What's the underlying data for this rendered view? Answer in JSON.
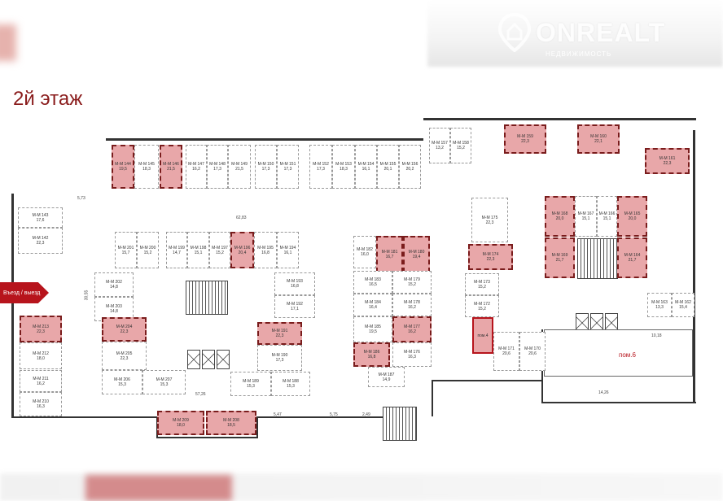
{
  "header": {
    "title": "2й этаж",
    "logo_text": "ONREALT",
    "logo_sub": "НЕДВИЖИМОСТЬ"
  },
  "plan": {
    "exit_label": "Въезд / выезд",
    "premise_6": "пом.6",
    "premise_small": "пом.4",
    "dimensions": [
      "62,83",
      "57,26",
      "30,55",
      "10,18",
      "14,26",
      "5,73",
      "5,47",
      "5,75",
      "2,49"
    ],
    "highlight_color": "#e8a7a9",
    "rooms": [
      {
        "id": "М-М 144",
        "area": "19,5",
        "leased": true
      },
      {
        "id": "М-М 145",
        "area": "18,3",
        "leased": false
      },
      {
        "id": "М-М 146",
        "area": "21,5",
        "leased": true
      },
      {
        "id": "М-М 147",
        "area": "16,2",
        "leased": false
      },
      {
        "id": "М-М 148",
        "area": "17,3",
        "leased": false
      },
      {
        "id": "М-М 149",
        "area": "21,5",
        "leased": false
      },
      {
        "id": "М-М 150",
        "area": "17,3",
        "leased": false
      },
      {
        "id": "М-М 151",
        "area": "17,3",
        "leased": false
      },
      {
        "id": "М-М 152",
        "area": "17,3",
        "leased": false
      },
      {
        "id": "М-М 153",
        "area": "18,3",
        "leased": false
      },
      {
        "id": "М-М 154",
        "area": "16,1",
        "leased": false
      },
      {
        "id": "М-М 155",
        "area": "20,1",
        "leased": false
      },
      {
        "id": "М-М 156",
        "area": "20,2",
        "leased": false
      },
      {
        "id": "М-М 157",
        "area": "13,2",
        "leased": false
      },
      {
        "id": "М-М 158",
        "area": "15,2",
        "leased": false
      },
      {
        "id": "М-М 159",
        "area": "22,3",
        "leased": true
      },
      {
        "id": "М-М 160",
        "area": "22,1",
        "leased": true
      },
      {
        "id": "М-М 161",
        "area": "22,3",
        "leased": true
      },
      {
        "id": "М-М 143",
        "area": "17,6",
        "leased": false
      },
      {
        "id": "М-М 142",
        "area": "22,3",
        "leased": false
      },
      {
        "id": "М-М 201",
        "area": "15,7",
        "leased": false
      },
      {
        "id": "М-М 200",
        "area": "15,2",
        "leased": false
      },
      {
        "id": "М-М 199",
        "area": "14,7",
        "leased": false
      },
      {
        "id": "М-М 198",
        "area": "15,1",
        "leased": false
      },
      {
        "id": "М-М 197",
        "area": "15,2",
        "leased": false
      },
      {
        "id": "М-М 196",
        "area": "20,4",
        "leased": true
      },
      {
        "id": "М-М 195",
        "area": "16,8",
        "leased": false
      },
      {
        "id": "М-М 194",
        "area": "16,1",
        "leased": false
      },
      {
        "id": "М-М 202",
        "area": "14,8",
        "leased": false
      },
      {
        "id": "М-М 203",
        "area": "14,8",
        "leased": false
      },
      {
        "id": "М-М 193",
        "area": "16,8",
        "leased": false
      },
      {
        "id": "М-М 192",
        "area": "17,1",
        "leased": false
      },
      {
        "id": "М-М 213",
        "area": "22,3",
        "leased": true
      },
      {
        "id": "М-М 212",
        "area": "18,0",
        "leased": false
      },
      {
        "id": "М-М 211",
        "area": "16,2",
        "leased": false
      },
      {
        "id": "М-М 210",
        "area": "16,3",
        "leased": false
      },
      {
        "id": "М-М 204",
        "area": "22,3",
        "leased": true
      },
      {
        "id": "М-М 205",
        "area": "22,3",
        "leased": false
      },
      {
        "id": "М-М 206",
        "area": "15,3",
        "leased": false
      },
      {
        "id": "М-М 207",
        "area": "15,3",
        "leased": false
      },
      {
        "id": "М-М 191",
        "area": "22,3",
        "leased": true
      },
      {
        "id": "М-М 190",
        "area": "17,3",
        "leased": false
      },
      {
        "id": "М-М 189",
        "area": "15,3",
        "leased": false
      },
      {
        "id": "М-М 188",
        "area": "15,3",
        "leased": false
      },
      {
        "id": "М-М 209",
        "area": "18,0",
        "leased": true
      },
      {
        "id": "М-М 208",
        "area": "18,5",
        "leased": true
      },
      {
        "id": "М-М 182",
        "area": "16,0",
        "leased": false
      },
      {
        "id": "М-М 181",
        "area": "16,7",
        "leased": true
      },
      {
        "id": "М-М 180",
        "area": "19,4",
        "leased": true
      },
      {
        "id": "М-М 183",
        "area": "16,5",
        "leased": false
      },
      {
        "id": "М-М 179",
        "area": "15,2",
        "leased": false
      },
      {
        "id": "М-М 184",
        "area": "16,4",
        "leased": false
      },
      {
        "id": "М-М 178",
        "area": "16,2",
        "leased": false
      },
      {
        "id": "М-М 185",
        "area": "19,5",
        "leased": false
      },
      {
        "id": "М-М 177",
        "area": "16,2",
        "leased": true
      },
      {
        "id": "М-М 186",
        "area": "16,8",
        "leased": true
      },
      {
        "id": "М-М 176",
        "area": "16,3",
        "leased": false
      },
      {
        "id": "М-М 187",
        "area": "14,9",
        "leased": false
      },
      {
        "id": "М-М 175",
        "area": "22,3",
        "leased": false
      },
      {
        "id": "М-М 174",
        "area": "22,3",
        "leased": true
      },
      {
        "id": "М-М 173",
        "area": "15,2",
        "leased": false
      },
      {
        "id": "М-М 172",
        "area": "15,2",
        "leased": false
      },
      {
        "id": "М-М 171",
        "area": "20,6",
        "leased": false
      },
      {
        "id": "М-М 170",
        "area": "20,6",
        "leased": false
      },
      {
        "id": "М-М 168",
        "area": "20,0",
        "leased": true
      },
      {
        "id": "М-М 167",
        "area": "15,1",
        "leased": false
      },
      {
        "id": "М-М 166",
        "area": "15,1",
        "leased": false
      },
      {
        "id": "М-М 165",
        "area": "20,0",
        "leased": true
      },
      {
        "id": "М-М 169",
        "area": "21,7",
        "leased": true
      },
      {
        "id": "М-М 164",
        "area": "21,7",
        "leased": true
      },
      {
        "id": "М-М 163",
        "area": "13,3",
        "leased": false
      },
      {
        "id": "М-М 162",
        "area": "15,4",
        "leased": false
      }
    ]
  }
}
